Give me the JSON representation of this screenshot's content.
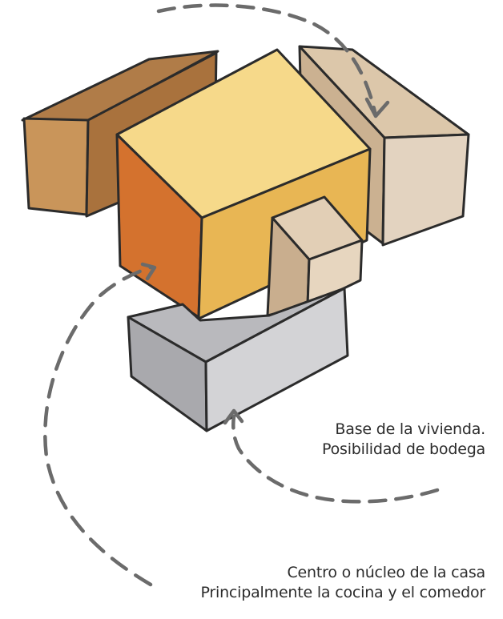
{
  "annotations": {
    "base": {
      "line1": "Base de la vivienda.",
      "line2": "Posibilidad de bodega"
    },
    "centro": {
      "line1": "Centro o núcleo de la casa",
      "line2": "Principalmente la cocina y el comedor"
    }
  },
  "colors": {
    "outline": "#2b2b2b",
    "dashed_arrow": "#6b6b6b",
    "left_block_front": "#c9955a",
    "left_block_side": "#a9723d",
    "left_block_top": "#b07c48",
    "central_top": "#f6d98a",
    "central_left": "#d4722e",
    "central_right": "#e8b654",
    "right_block_top": "#dcc7aa",
    "right_block_front": "#e3d3c0",
    "right_block_side": "#cbb191",
    "small_block_top": "#e2cfb6",
    "small_block_front": "#e7d6bf",
    "small_block_side": "#c9ae8e",
    "base_block_top": "#b9b9bd",
    "base_block_front": "#d3d3d6",
    "base_block_side": "#a9a9ad"
  }
}
